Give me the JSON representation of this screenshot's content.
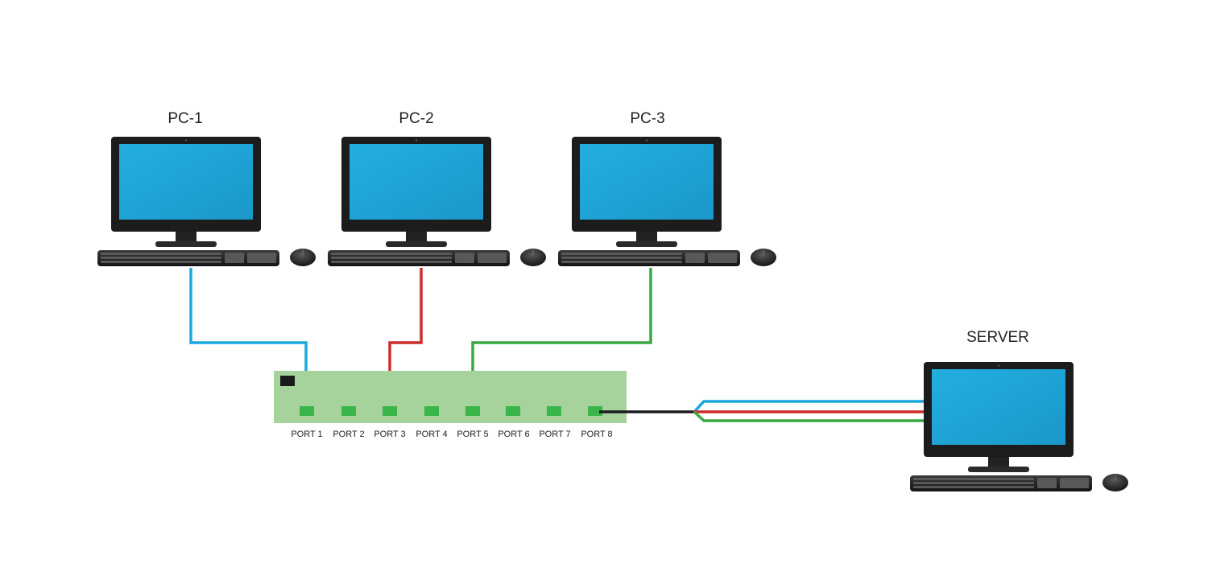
{
  "devices": {
    "pc1": {
      "label": "PC-1"
    },
    "pc2": {
      "label": "PC-2"
    },
    "pc3": {
      "label": "PC-3"
    },
    "server": {
      "label": "SERVER"
    }
  },
  "switch": {
    "ports": [
      {
        "label": "PORT 1"
      },
      {
        "label": "PORT 2"
      },
      {
        "label": "PORT 3"
      },
      {
        "label": "PORT 4"
      },
      {
        "label": "PORT 5"
      },
      {
        "label": "PORT 6"
      },
      {
        "label": "PORT 7"
      },
      {
        "label": "PORT 8"
      }
    ]
  },
  "links": [
    {
      "from": "PC-1",
      "to": "PORT 1",
      "color": "#1aa7dd"
    },
    {
      "from": "PC-2",
      "to": "PORT 3",
      "color": "#d02b2b"
    },
    {
      "from": "PC-3",
      "to": "PORT 5",
      "color": "#3aa843"
    },
    {
      "from": "PORT 8",
      "to": "SERVER",
      "color": "#1b1b1b"
    }
  ],
  "colors": {
    "screen": "#1ea4d6",
    "bezel": "#1c1c1c",
    "switch_body": "#a6d39c",
    "port": "#39b54a",
    "status_led": "#1b1b1b"
  },
  "icons": {
    "computer": "desktop-monitor-icon",
    "keyboard": "keyboard-icon",
    "mouse": "mouse-icon"
  }
}
